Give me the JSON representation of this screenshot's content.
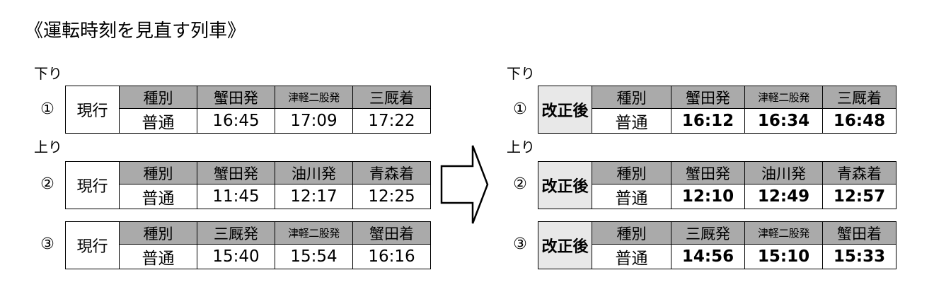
{
  "title": "《運転時刻を見直す列車》",
  "current": {
    "down_label": "下り",
    "up_label": "上り",
    "trains": [
      {
        "num": "①",
        "status": "現行",
        "headers": [
          "種別",
          "蟹田発",
          "津軽二股発",
          "三厩着"
        ],
        "values": [
          "普通",
          "16:45",
          "17:09",
          "17:22"
        ]
      },
      {
        "num": "②",
        "status": "現行",
        "headers": [
          "種別",
          "蟹田発",
          "油川発",
          "青森着"
        ],
        "values": [
          "普通",
          "11:45",
          "12:17",
          "12:25"
        ]
      },
      {
        "num": "③",
        "status": "現行",
        "headers": [
          "種別",
          "三厩発",
          "津軽二股発",
          "蟹田着"
        ],
        "values": [
          "普通",
          "15:40",
          "15:54",
          "16:16"
        ]
      }
    ]
  },
  "revised": {
    "down_label": "下り",
    "up_label": "上り",
    "trains": [
      {
        "num": "①",
        "status": "改正後",
        "headers": [
          "種別",
          "蟹田発",
          "津軽二股発",
          "三厩着"
        ],
        "values": [
          "普通",
          "16:12",
          "16:34",
          "16:48"
        ]
      },
      {
        "num": "②",
        "status": "改正後",
        "headers": [
          "種別",
          "蟹田発",
          "油川発",
          "青森着"
        ],
        "values": [
          "普通",
          "12:10",
          "12:49",
          "12:57"
        ]
      },
      {
        "num": "③",
        "status": "改正後",
        "headers": [
          "種別",
          "三厩発",
          "津軽二股発",
          "蟹田着"
        ],
        "values": [
          "普通",
          "14:56",
          "15:10",
          "15:33"
        ]
      }
    ]
  },
  "colors": {
    "header_bg": "#aaaaaa",
    "revised_label_bg": "#e8e8e8"
  },
  "icons": {
    "arrow": "right-arrow-icon"
  }
}
